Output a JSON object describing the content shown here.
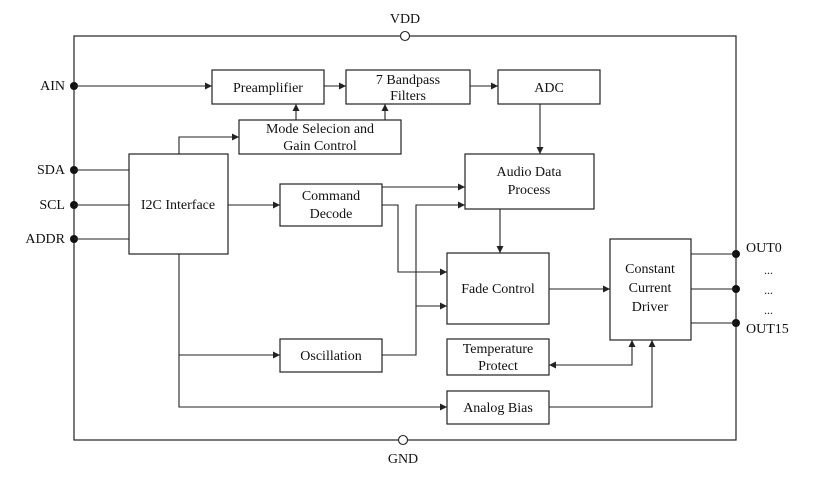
{
  "power": {
    "vdd": "VDD",
    "gnd": "GND"
  },
  "pins_left": {
    "ain": "AIN",
    "sda": "SDA",
    "scl": "SCL",
    "addr": "ADDR"
  },
  "pins_right": {
    "out0": "OUT0",
    "dots1": "...",
    "dots2": "...",
    "dots3": "...",
    "out15": "OUT15"
  },
  "blocks": {
    "preamplifier": [
      "Preamplifier"
    ],
    "bandpass": [
      "7 Bandpass",
      "Filters"
    ],
    "adc": [
      "ADC"
    ],
    "mode_selection": [
      "Mode Selecion and",
      "Gain Control"
    ],
    "i2c": [
      "I2C Interface"
    ],
    "command_decode": [
      "Command",
      "Decode"
    ],
    "audio_data": [
      "Audio Data",
      "Process"
    ],
    "fade_control": [
      "Fade Control"
    ],
    "constant_current": [
      "Constant",
      "Current",
      "Driver"
    ],
    "oscillation": [
      "Oscillation"
    ],
    "temperature": [
      "Temperature",
      "Protect"
    ],
    "analog_bias": [
      "Analog Bias"
    ]
  }
}
